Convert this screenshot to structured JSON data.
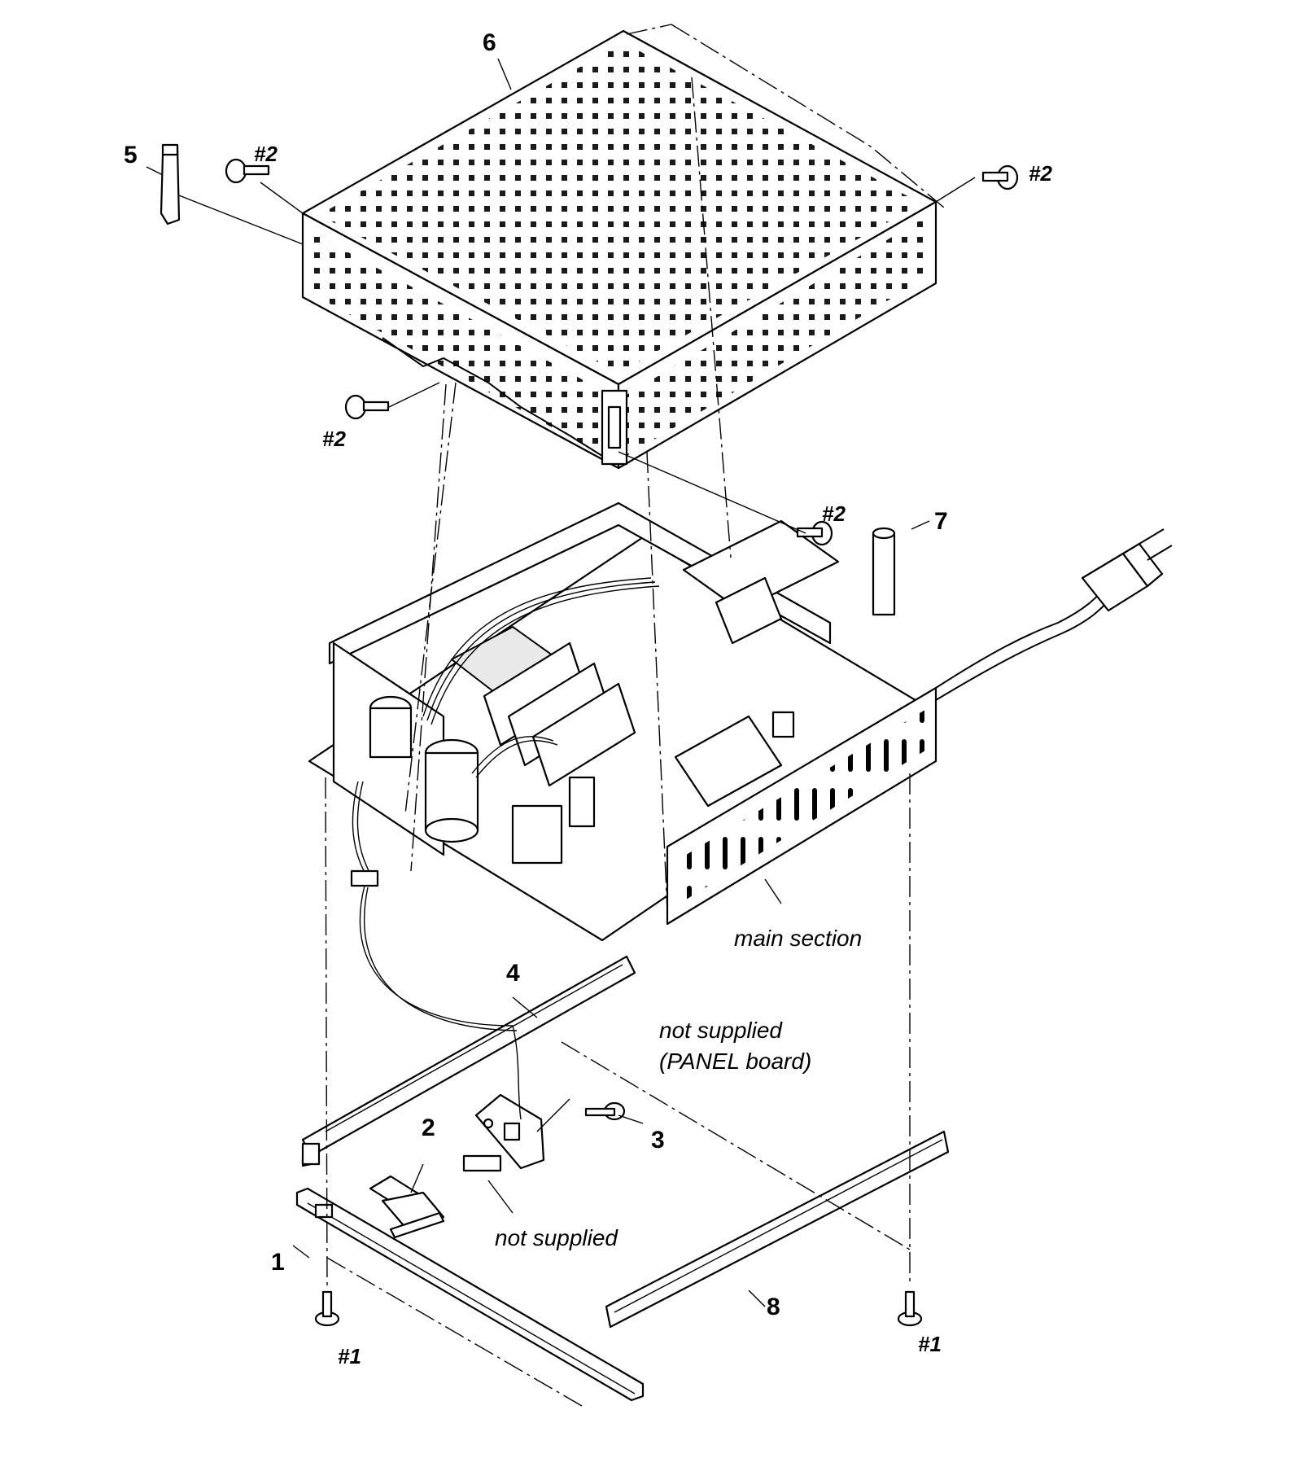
{
  "labels": {
    "part_1": "1",
    "part_2": "2",
    "part_3": "3",
    "part_4": "4",
    "part_5": "5",
    "part_6": "6",
    "part_7": "7",
    "part_8": "8",
    "screw_2": "#2",
    "screw_1": "#1"
  },
  "notes": {
    "main_section": "main section",
    "not_supplied_panel_line1": "not supplied",
    "not_supplied_panel_line2": "(PANEL board)",
    "not_supplied": "not supplied"
  }
}
